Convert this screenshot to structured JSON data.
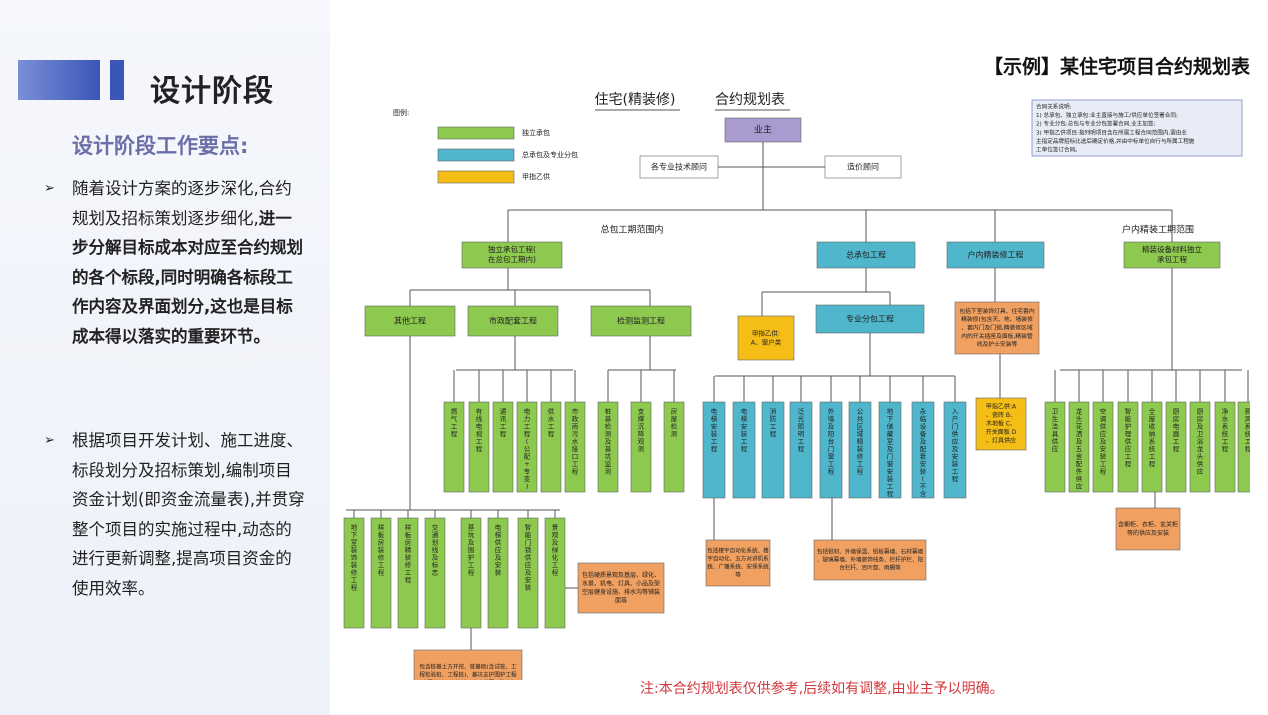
{
  "sidebar": {
    "title": "设计阶段",
    "subtitle": "设计阶段工作要点:",
    "bullet1_a": "随着设计方案的逐步深化,合约规划及招标策划逐步细化,",
    "bullet1_b": "进一步分解目标成本对应至合约规划的各个标段,同时明确各标段工作内容及界面划分,这也是目标成本得以落实的重要环节。",
    "bullet2": "根据项目开发计划、施工进度、标段划分及招标策划,编制项目资金计划(即资金流量表),并贯穿整个项目的实施过程中,动态的进行更新调整,提高项目资金的使用效率。"
  },
  "page_heading": "【示例】某住宅项目合约规划表",
  "diagram": {
    "title_a": "住宅(精装修)",
    "title_b": "合约规划表",
    "legend_title": "图例:",
    "legend": [
      {
        "label": "独立承包",
        "color": "#8cc94e"
      },
      {
        "label": "总承包及专业分包",
        "color": "#4fb6cc"
      },
      {
        "label": "甲指乙供",
        "color": "#f5be16"
      }
    ],
    "colors": {
      "owner": "#a99ad0",
      "orange": "#f0a060",
      "line": "#555555"
    },
    "relation_note": [
      "合同关系说明:",
      "1) 总承包、独立承包:业主直接与施工/供应单位签署合同;",
      "2) 专业分包:总包与专业分包签署合同,业主加签;",
      "3) 甲指乙供项目:指列明项目含在所属工程合同范围内,需由业",
      "主指定品牌招标比选后确定价格,并由中标单位自行与所属工程施",
      "工单位签订合同。"
    ],
    "owner": "业主",
    "consultant_tech": "各专业技术顾问",
    "consultant_cost": "造价顾问",
    "scope_gc": "总包工期范围内",
    "scope_interior": "户内精装工期范围",
    "level1": [
      "独立承包工程(在总包工期内)",
      "总承包工程",
      "户内精装修工程",
      "精装设备材料独立承包工程"
    ],
    "independent_sub": [
      "其他工程",
      "市政配套工程",
      "检测监测工程"
    ],
    "gc_yellow": "甲指乙供:A、窗户类",
    "gc_specialty": "专业分包工程",
    "interior_scope": "包括下室装饰灯具、住宅套内精装修(包含天、地、墙装修、套内门及门锁,精装修区域内的开关插座及面板,精装管线及护士安装等",
    "interior_yellow": "甲指乙供:A、瓷砖 B、木地板 C、开关面板 D、灯具供应",
    "other_children": [
      "地下室装饰装修工程",
      "样板房装修工程",
      "样板房精装修工程",
      "交通划线及标志",
      "基坑及围护工程",
      "电梯供应及安装",
      "智能门锁供应及安装",
      "景观及绿化工程"
    ],
    "other_scope": "包括硬质景观及基层、绿化、水景、机电、灯具、小品及架空层健身设施、排水沟等铺装面等",
    "earth_scope": "包含桩基土方开挖、桩基础(含试桩、工程检验桩、工程桩)、基坑支护围护工程(含围护桩、立柱桩、止水帷幕、降水加固等)以及对桩检测单位提供照明",
    "municipal_children": [
      "燃气工程",
      "有线电视工程",
      "通讯工程",
      "电力工程(公配+专变)",
      "供水工程",
      "市政雨污水接口工程"
    ],
    "testing_children": [
      "桩基检测及基坑监测",
      "支撑沉降观测",
      "房屋检测"
    ],
    "specialty_children": [
      "电梯安装工程",
      "电梯安装工程",
      "消防工程",
      "泛光照明工程",
      "外墙及阳台门窗工程",
      "公共区域精装修工程",
      "地下储藏室及门窗安装工程",
      "永临设备及配套安装(不含)",
      "入户门供应及安装工程"
    ],
    "specialty_scope_a": "包括楼宇自动化系统、楼宇自动化、五方对讲机系统、广播系统、安保系统等",
    "specialty_scope_b": "包括铝材、外墙保温、铝板幕墙、石材幕墙、玻璃幕墙、外墙装饰线条、栏杆护栏、阳台栏杆、百叶窗、雨棚等",
    "equipment_children": [
      "卫生洁具供应",
      "龙头花洒及五金配件供应",
      "空调供应及安装工程",
      "智能护理供应工程",
      "全屋收纳系统工程",
      "厨房电器工程",
      "厨房及卫浴龙头供应",
      "净水系统工程",
      "新风系统工程"
    ],
    "equipment_scope": "含橱柜、衣柜、玄关柜等的供应及安装",
    "footnote": "注:本合约规划表仅供参考,后续如有调整,由业主予以明确。"
  }
}
